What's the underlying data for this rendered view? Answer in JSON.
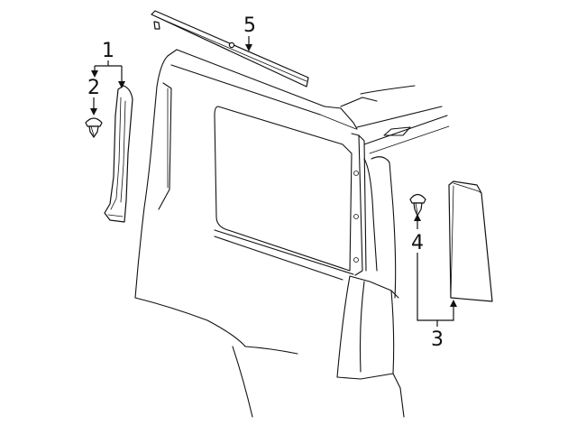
{
  "diagram": {
    "callouts": [
      {
        "id": "c1",
        "text": "1"
      },
      {
        "id": "c2",
        "text": "2"
      },
      {
        "id": "c3",
        "text": "3"
      },
      {
        "id": "c4",
        "text": "4"
      },
      {
        "id": "c5",
        "text": "5"
      }
    ]
  }
}
